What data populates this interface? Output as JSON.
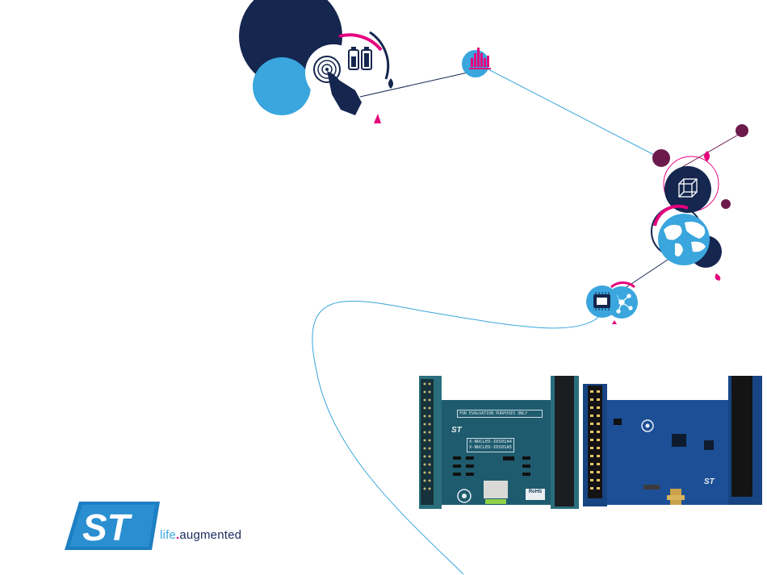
{
  "brand": {
    "tagline_life": "life",
    "tagline_dot": ".",
    "tagline_augmented": "augmented",
    "logo_letters": "ST"
  },
  "boards": {
    "left_title": "FOR EVALUATION PURPOSES ONLY",
    "left_names": [
      "X-NUCLEO-IDS01A4",
      "X-NUCLEO-IDS01A5"
    ],
    "left_badge": "RoHS"
  },
  "icons": [
    "touch-hand-icon",
    "battery-icon",
    "equalizer-icon",
    "cube-icon",
    "globe-icon",
    "chip-icon",
    "network-icon"
  ],
  "colors": {
    "navy": "#15264f",
    "light_blue": "#3aa6dd",
    "magenta": "#e6007e",
    "plum": "#6c1a4c",
    "pcb_teal": "#1f5b6e",
    "pcb_blue": "#1d4f97"
  }
}
